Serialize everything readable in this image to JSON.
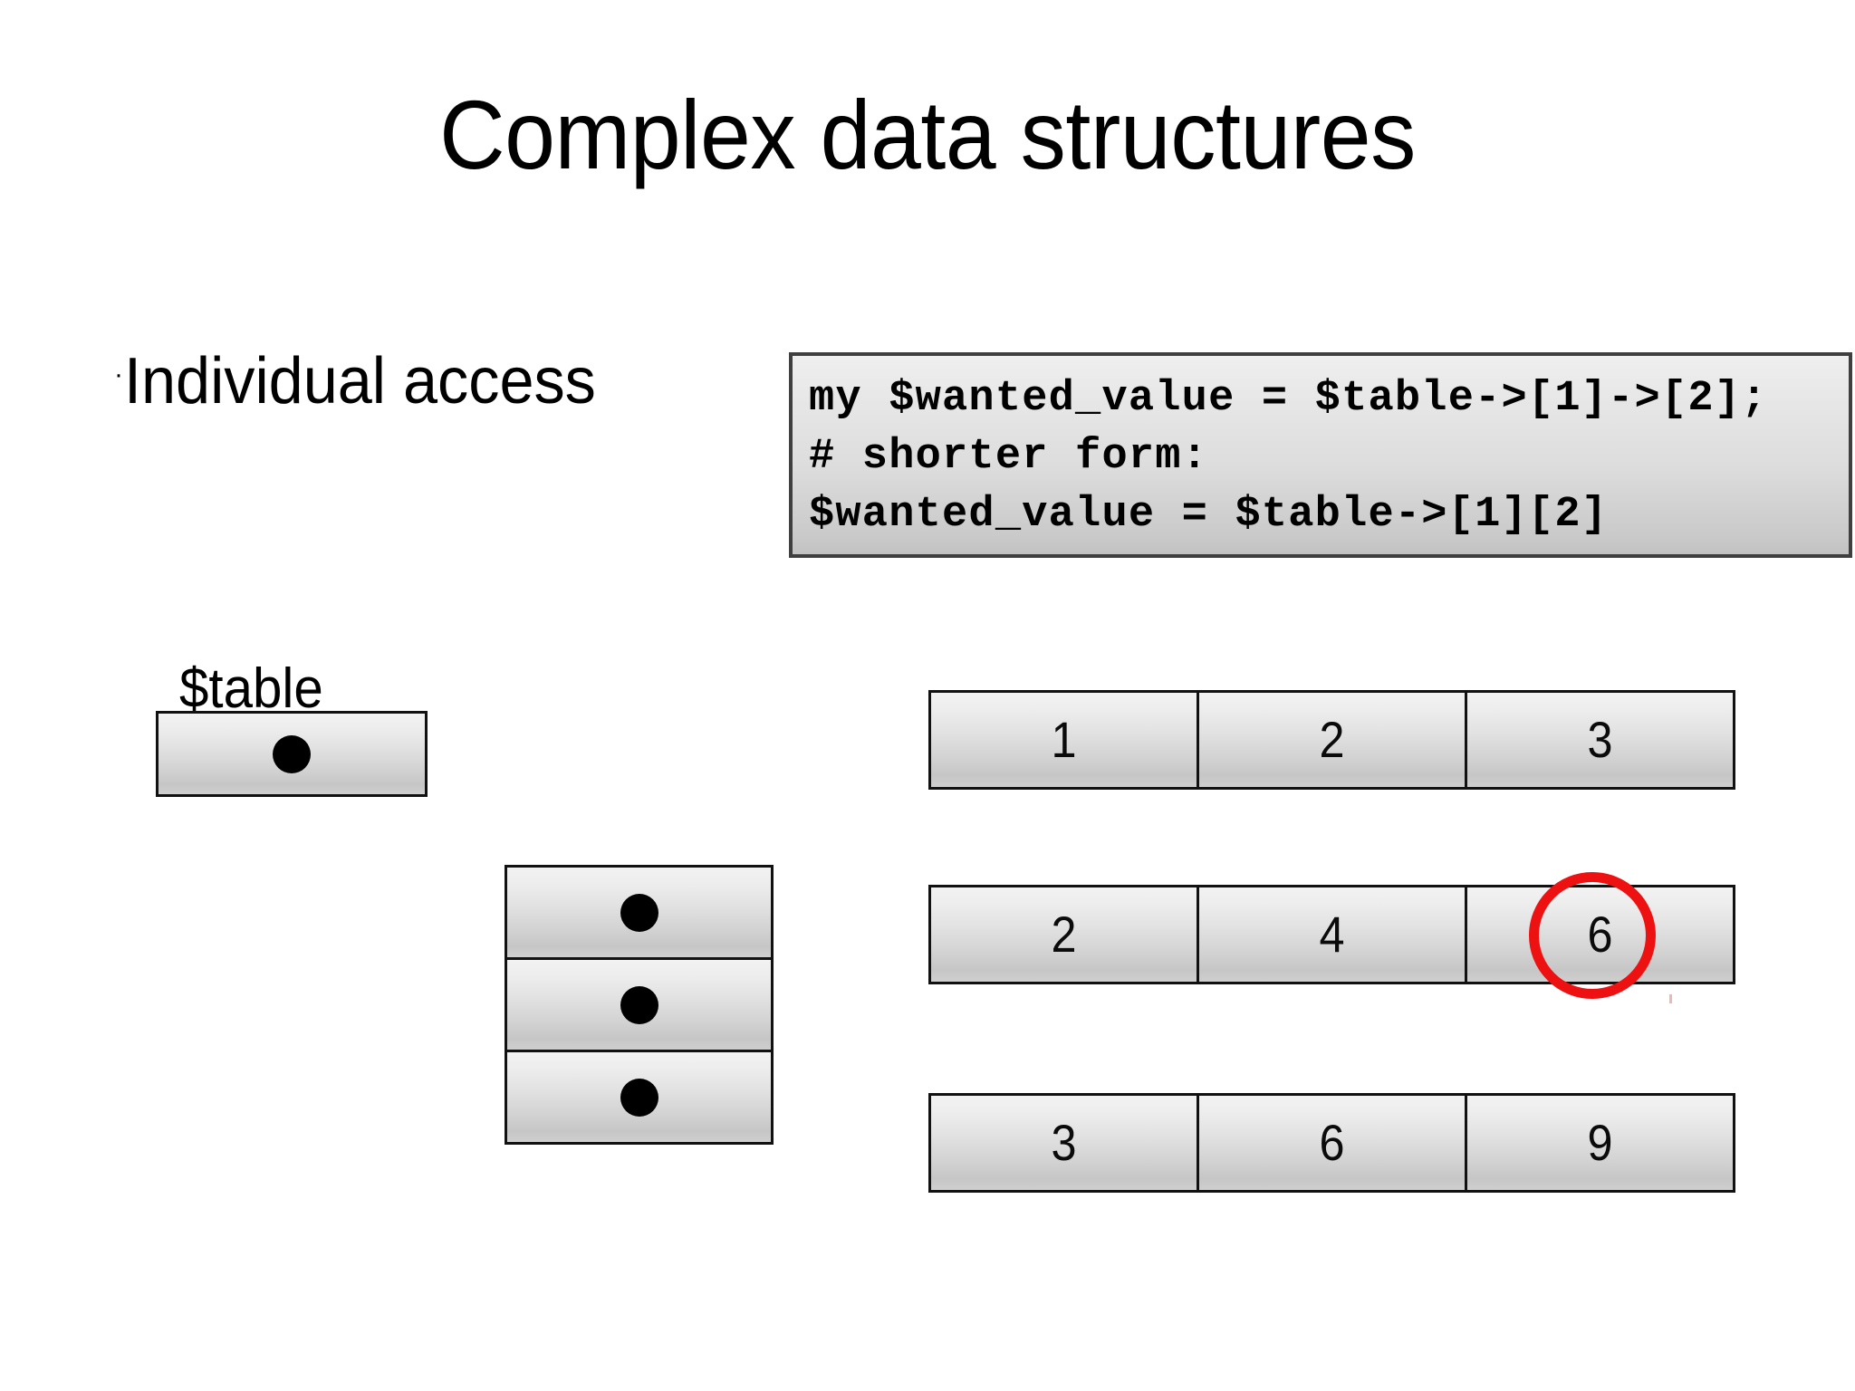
{
  "slide": {
    "title": "Complex data structures",
    "background_color": "#ffffff"
  },
  "bullet": {
    "marker": "·",
    "text": "Individual access"
  },
  "code_block": {
    "lines": [
      "my $wanted_value = $table->[1]->[2];",
      "# shorter form:",
      "$wanted_value = $table->[1][2]"
    ],
    "background_color": "#e0e0e0",
    "border_color": "#3f3f3f"
  },
  "diagram": {
    "root_label": "$table",
    "root_cell": {
      "content": "pointer-dot"
    },
    "stack": [
      {
        "content": "pointer-dot"
      },
      {
        "content": "pointer-dot"
      },
      {
        "content": "pointer-dot"
      }
    ],
    "rows": [
      {
        "cells": [
          "1",
          "2",
          "3"
        ]
      },
      {
        "cells": [
          "2",
          "4",
          "6"
        ]
      },
      {
        "cells": [
          "3",
          "6",
          "9"
        ]
      }
    ],
    "highlight": {
      "value": "6",
      "row_index": 1,
      "cell_index": 2,
      "color": "#ee1111"
    },
    "cell_border_color": "#111111"
  }
}
